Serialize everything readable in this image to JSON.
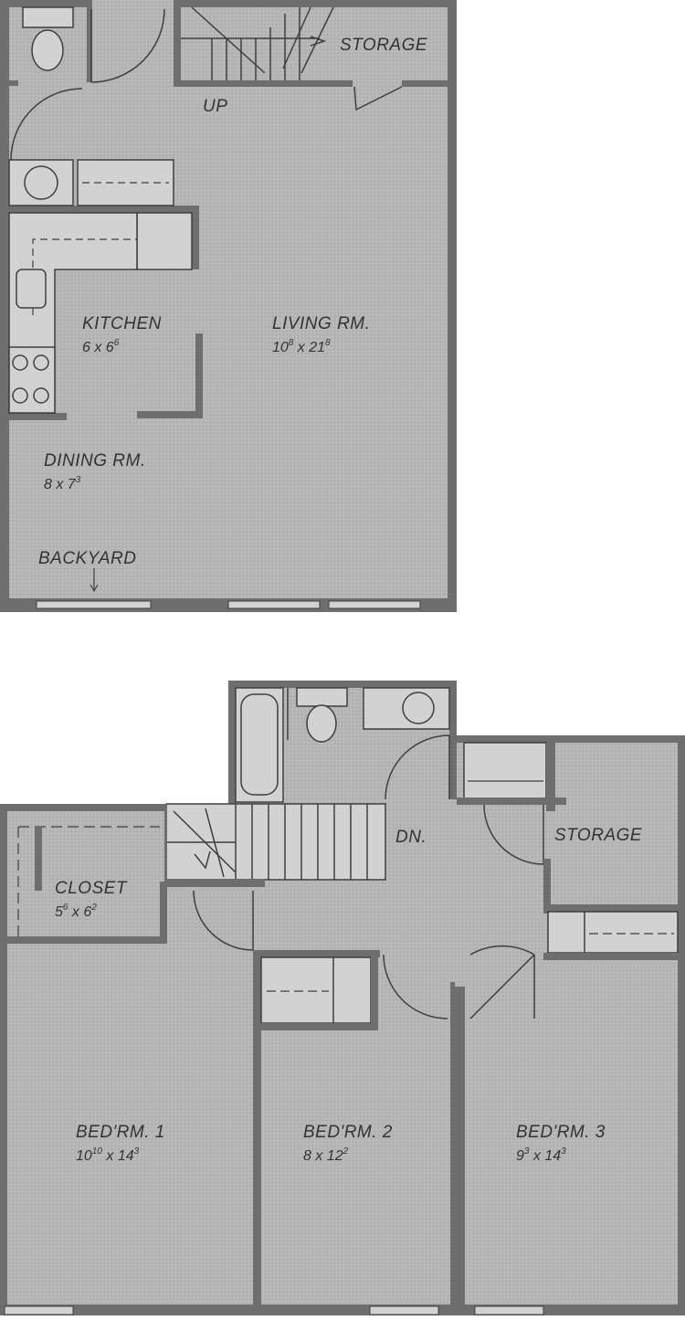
{
  "colors": {
    "floor": "#b5b5b5",
    "wall": "#6e6e6e",
    "fixture": "#d2d2d2",
    "line": "#3f3f3f",
    "text": "#333333",
    "background": "#ffffff"
  },
  "icons": {
    "toilet": "toilet-icon",
    "bathtub": "bathtub-icon",
    "sink": "sink-icon",
    "stove_burner": "stove-burner-icon",
    "washer": "washer-icon",
    "arrow": "arrow-down-icon"
  },
  "first_floor": {
    "storage": {
      "name": "STORAGE"
    },
    "stairs": {
      "label": "UP"
    },
    "kitchen": {
      "name": "KITCHEN",
      "dim_a": "6 x 6",
      "dim_a_sup": "6"
    },
    "living": {
      "name": "LIVING RM.",
      "dim_a": "10",
      "dim_a_sup": "8",
      "dim_b": " x 21",
      "dim_b_sup": "8"
    },
    "dining": {
      "name": "DINING RM.",
      "dim_a": "8 x 7",
      "dim_a_sup": "3"
    },
    "backyard": {
      "label": "BACKYARD"
    }
  },
  "second_floor": {
    "stairs": {
      "label": "DN."
    },
    "storage": {
      "name": "STORAGE"
    },
    "closet": {
      "name": "CLOSET",
      "dim_a": "5",
      "dim_a_sup": "6",
      "dim_b": " x 6",
      "dim_b_sup": "2"
    },
    "bedroom1": {
      "name": "BED'RM. 1",
      "dim_a": "10",
      "dim_a_sup": "10",
      "dim_b": " x 14",
      "dim_b_sup": "3"
    },
    "bedroom2": {
      "name": "BED'RM. 2",
      "dim_a": "8 x 12",
      "dim_a_sup": "2"
    },
    "bedroom3": {
      "name": "BED'RM. 3",
      "dim_a": "9",
      "dim_a_sup": "3",
      "dim_b": " x 14",
      "dim_b_sup": "3"
    }
  }
}
